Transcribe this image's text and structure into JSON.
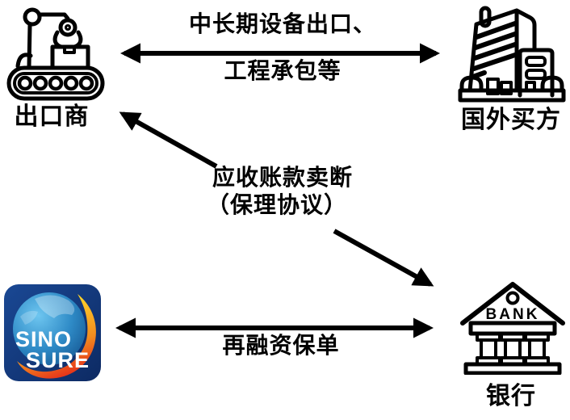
{
  "nodes": {
    "exporter": {
      "label": "出口商"
    },
    "foreign_buyer": {
      "label": "国外买方"
    },
    "bank": {
      "label": "银行",
      "sign": "BANK"
    },
    "sinosure": {
      "line1": "SINO",
      "line2": "SURE"
    }
  },
  "edges": {
    "top": {
      "line1": "中长期设备出口、",
      "line2": "工程承包等"
    },
    "diagonal": {
      "line1": "应收账款卖断",
      "line2": "（保理协议）"
    },
    "bottom": {
      "label": "再融资保单"
    }
  },
  "colors": {
    "arrow": "#000000",
    "logo_background": "#123a7e",
    "logo_globe": "#2e8ac6",
    "swirl_yellow": "#ffd42a",
    "swirl_orange": "#f28b1f",
    "swirl_red": "#e32119",
    "logo_text": "#ffffff"
  }
}
